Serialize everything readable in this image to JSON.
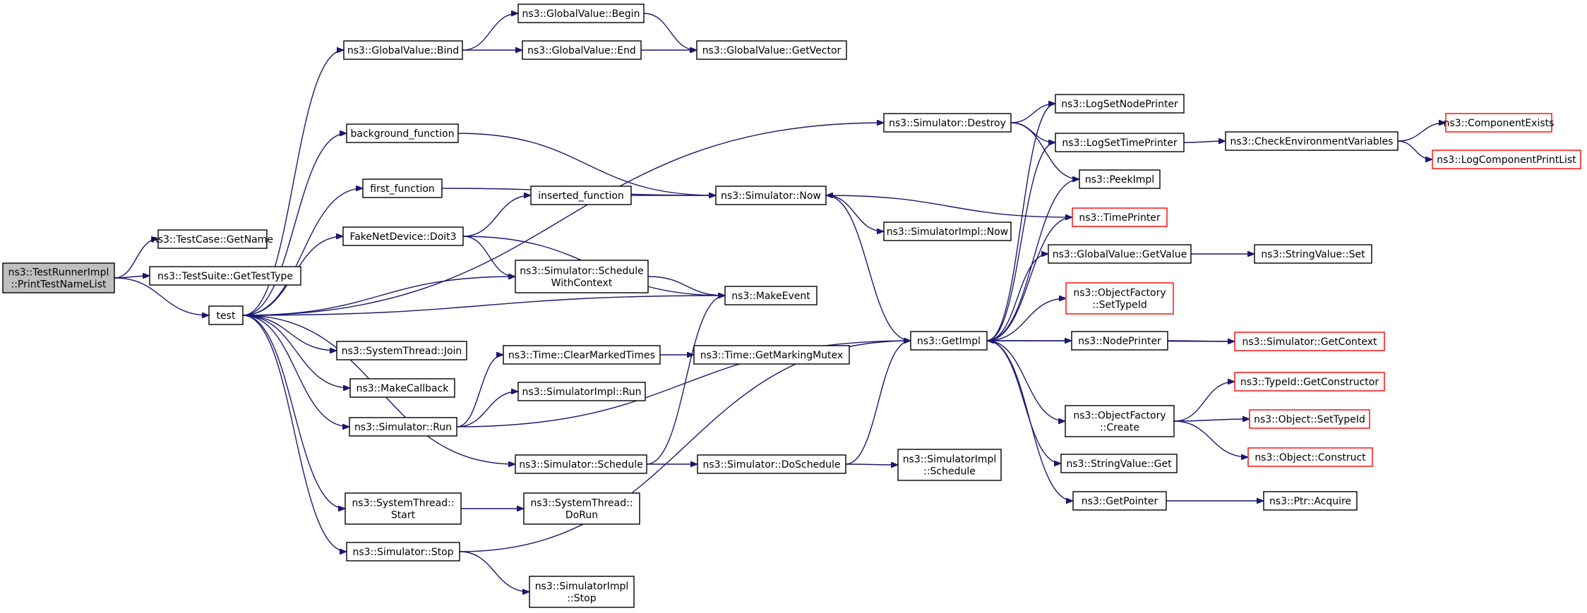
{
  "diagram": {
    "nodes": [
      {
        "id": "root",
        "lines": [
          "ns3::TestRunnerImpl",
          "::PrintTestNameList"
        ],
        "style": "root"
      },
      {
        "id": "tcname",
        "lines": [
          "ns3::TestCase::GetName"
        ],
        "style": "normal"
      },
      {
        "id": "tstype",
        "lines": [
          "ns3::TestSuite::GetTestType"
        ],
        "style": "normal"
      },
      {
        "id": "test",
        "lines": [
          "test"
        ],
        "style": "normal"
      },
      {
        "id": "gvbind",
        "lines": [
          "ns3::GlobalValue::Bind"
        ],
        "style": "normal"
      },
      {
        "id": "gvbegin",
        "lines": [
          "ns3::GlobalValue::Begin"
        ],
        "style": "normal"
      },
      {
        "id": "gvend",
        "lines": [
          "ns3::GlobalValue::End"
        ],
        "style": "normal"
      },
      {
        "id": "gvgetvec",
        "lines": [
          "ns3::GlobalValue::GetVector"
        ],
        "style": "normal"
      },
      {
        "id": "bgfunc",
        "lines": [
          "background_function"
        ],
        "style": "normal"
      },
      {
        "id": "firstfunc",
        "lines": [
          "first_function"
        ],
        "style": "normal"
      },
      {
        "id": "insfunc",
        "lines": [
          "inserted_function"
        ],
        "style": "normal"
      },
      {
        "id": "fakedoit",
        "lines": [
          "FakeNetDevice::Doit3"
        ],
        "style": "normal"
      },
      {
        "id": "schedctx",
        "lines": [
          "ns3::Simulator::Schedule",
          "WithContext"
        ],
        "style": "normal"
      },
      {
        "id": "stjoin",
        "lines": [
          "ns3::SystemThread::Join"
        ],
        "style": "normal"
      },
      {
        "id": "makecb",
        "lines": [
          "ns3::MakeCallback"
        ],
        "style": "normal"
      },
      {
        "id": "simrun",
        "lines": [
          "ns3::Simulator::Run"
        ],
        "style": "normal"
      },
      {
        "id": "clrmark",
        "lines": [
          "ns3::Time::ClearMarkedTimes"
        ],
        "style": "normal"
      },
      {
        "id": "getmutex",
        "lines": [
          "ns3::Time::GetMarkingMutex"
        ],
        "style": "normal"
      },
      {
        "id": "simimplrun",
        "lines": [
          "ns3::SimulatorImpl::Run"
        ],
        "style": "normal"
      },
      {
        "id": "simsched",
        "lines": [
          "ns3::Simulator::Schedule"
        ],
        "style": "normal"
      },
      {
        "id": "dosched",
        "lines": [
          "ns3::Simulator::DoSchedule"
        ],
        "style": "normal"
      },
      {
        "id": "implsched",
        "lines": [
          "ns3::SimulatorImpl",
          "::Schedule"
        ],
        "style": "normal"
      },
      {
        "id": "ststart",
        "lines": [
          "ns3::SystemThread::",
          "Start"
        ],
        "style": "normal"
      },
      {
        "id": "stdorun",
        "lines": [
          "ns3::SystemThread::",
          "DoRun"
        ],
        "style": "normal"
      },
      {
        "id": "simstop",
        "lines": [
          "ns3::Simulator::Stop"
        ],
        "style": "normal"
      },
      {
        "id": "implstop",
        "lines": [
          "ns3::SimulatorImpl",
          "::Stop"
        ],
        "style": "normal"
      },
      {
        "id": "simdestroy",
        "lines": [
          "ns3::Simulator::Destroy"
        ],
        "style": "normal"
      },
      {
        "id": "simnow",
        "lines": [
          "ns3::Simulator::Now"
        ],
        "style": "normal"
      },
      {
        "id": "implnow",
        "lines": [
          "ns3::SimulatorImpl::Now"
        ],
        "style": "normal"
      },
      {
        "id": "makeevent",
        "lines": [
          "ns3::MakeEvent"
        ],
        "style": "normal"
      },
      {
        "id": "getimpl",
        "lines": [
          "ns3::GetImpl"
        ],
        "style": "normal"
      },
      {
        "id": "lognode",
        "lines": [
          "ns3::LogSetNodePrinter"
        ],
        "style": "normal"
      },
      {
        "id": "logtime",
        "lines": [
          "ns3::LogSetTimePrinter"
        ],
        "style": "normal"
      },
      {
        "id": "peekimpl",
        "lines": [
          "ns3::PeekImpl"
        ],
        "style": "normal"
      },
      {
        "id": "timeprinter",
        "lines": [
          "ns3::TimePrinter"
        ],
        "style": "red"
      },
      {
        "id": "gvgetval",
        "lines": [
          "ns3::GlobalValue::GetValue"
        ],
        "style": "normal"
      },
      {
        "id": "ofsettype",
        "lines": [
          "ns3::ObjectFactory",
          "::SetTypeId"
        ],
        "style": "red"
      },
      {
        "id": "nodeprinter",
        "lines": [
          "ns3::NodePrinter"
        ],
        "style": "normal"
      },
      {
        "id": "ofcreate",
        "lines": [
          "ns3::ObjectFactory",
          "::Create"
        ],
        "style": "normal"
      },
      {
        "id": "svget",
        "lines": [
          "ns3::StringValue::Get"
        ],
        "style": "normal"
      },
      {
        "id": "getptr",
        "lines": [
          "ns3::GetPointer"
        ],
        "style": "normal"
      },
      {
        "id": "checkenv",
        "lines": [
          "ns3::CheckEnvironmentVariables"
        ],
        "style": "normal"
      },
      {
        "id": "svset",
        "lines": [
          "ns3::StringValue::Set"
        ],
        "style": "normal"
      },
      {
        "id": "simgetctx",
        "lines": [
          "ns3::Simulator::GetContext"
        ],
        "style": "red"
      },
      {
        "id": "tidgetctor",
        "lines": [
          "ns3::TypeId::GetConstructor"
        ],
        "style": "red"
      },
      {
        "id": "objsettype",
        "lines": [
          "ns3::Object::SetTypeId"
        ],
        "style": "red"
      },
      {
        "id": "objconstruct",
        "lines": [
          "ns3::Object::Construct"
        ],
        "style": "red"
      },
      {
        "id": "ptracq",
        "lines": [
          "ns3::Ptr::Acquire"
        ],
        "style": "normal"
      },
      {
        "id": "compexists",
        "lines": [
          "ns3::ComponentExists"
        ],
        "style": "red"
      },
      {
        "id": "logcompprint",
        "lines": [
          "ns3::LogComponentPrintList"
        ],
        "style": "red"
      }
    ],
    "edges": [
      [
        "root",
        "tcname"
      ],
      [
        "root",
        "tstype"
      ],
      [
        "root",
        "test"
      ],
      [
        "test",
        "gvbind"
      ],
      [
        "test",
        "simdestroy"
      ],
      [
        "test",
        "bgfunc"
      ],
      [
        "test",
        "firstfunc"
      ],
      [
        "test",
        "fakedoit"
      ],
      [
        "test",
        "schedctx"
      ],
      [
        "test",
        "makeevent"
      ],
      [
        "test",
        "stjoin"
      ],
      [
        "test",
        "makecb"
      ],
      [
        "test",
        "simrun"
      ],
      [
        "test",
        "simsched"
      ],
      [
        "test",
        "ststart"
      ],
      [
        "test",
        "simstop"
      ],
      [
        "gvbind",
        "gvbegin"
      ],
      [
        "gvbind",
        "gvend"
      ],
      [
        "gvbegin",
        "gvgetvec"
      ],
      [
        "gvend",
        "gvgetvec"
      ],
      [
        "bgfunc",
        "simnow"
      ],
      [
        "firstfunc",
        "simnow"
      ],
      [
        "insfunc",
        "simnow"
      ],
      [
        "fakedoit",
        "insfunc"
      ],
      [
        "fakedoit",
        "schedctx"
      ],
      [
        "fakedoit",
        "makeevent"
      ],
      [
        "schedctx",
        "makeevent"
      ],
      [
        "simrun",
        "clrmark"
      ],
      [
        "simrun",
        "simimplrun"
      ],
      [
        "simrun",
        "getimpl"
      ],
      [
        "clrmark",
        "getmutex"
      ],
      [
        "simsched",
        "makeevent"
      ],
      [
        "simsched",
        "dosched"
      ],
      [
        "dosched",
        "implsched"
      ],
      [
        "dosched",
        "getimpl"
      ],
      [
        "ststart",
        "stdorun"
      ],
      [
        "simstop",
        "getimpl"
      ],
      [
        "simstop",
        "implstop"
      ],
      [
        "simdestroy",
        "lognode"
      ],
      [
        "simdestroy",
        "logtime"
      ],
      [
        "simdestroy",
        "peekimpl"
      ],
      [
        "simnow",
        "implnow"
      ],
      [
        "simnow",
        "getimpl"
      ],
      [
        "timeprinter",
        "simnow"
      ],
      [
        "getimpl",
        "lognode"
      ],
      [
        "getimpl",
        "logtime"
      ],
      [
        "getimpl",
        "peekimpl"
      ],
      [
        "getimpl",
        "timeprinter"
      ],
      [
        "getimpl",
        "gvgetval"
      ],
      [
        "getimpl",
        "ofsettype"
      ],
      [
        "getimpl",
        "nodeprinter"
      ],
      [
        "getimpl",
        "ofcreate"
      ],
      [
        "getimpl",
        "svget"
      ],
      [
        "getimpl",
        "getptr"
      ],
      [
        "logtime",
        "checkenv"
      ],
      [
        "checkenv",
        "compexists"
      ],
      [
        "checkenv",
        "logcompprint"
      ],
      [
        "gvgetval",
        "svset"
      ],
      [
        "nodeprinter",
        "simgetctx"
      ],
      [
        "simgetctx",
        "getimpl"
      ],
      [
        "ofcreate",
        "tidgetctor"
      ],
      [
        "ofcreate",
        "objsettype"
      ],
      [
        "ofcreate",
        "objconstruct"
      ],
      [
        "getptr",
        "ptracq"
      ]
    ]
  }
}
